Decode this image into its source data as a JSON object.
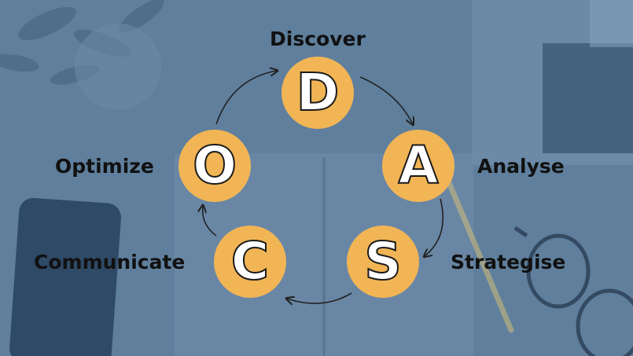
{
  "colors": {
    "background": "#5f7f9d",
    "node_fill": "#f1b555",
    "letter_fill": "#ffffff",
    "text": "#111111",
    "arrow": "#222222"
  },
  "cycle": [
    {
      "letter": "D",
      "label": "Discover"
    },
    {
      "letter": "A",
      "label": "Analyse"
    },
    {
      "letter": "S",
      "label": "Strategise"
    },
    {
      "letter": "C",
      "label": "Communicate"
    },
    {
      "letter": "O",
      "label": "Optimize"
    }
  ]
}
